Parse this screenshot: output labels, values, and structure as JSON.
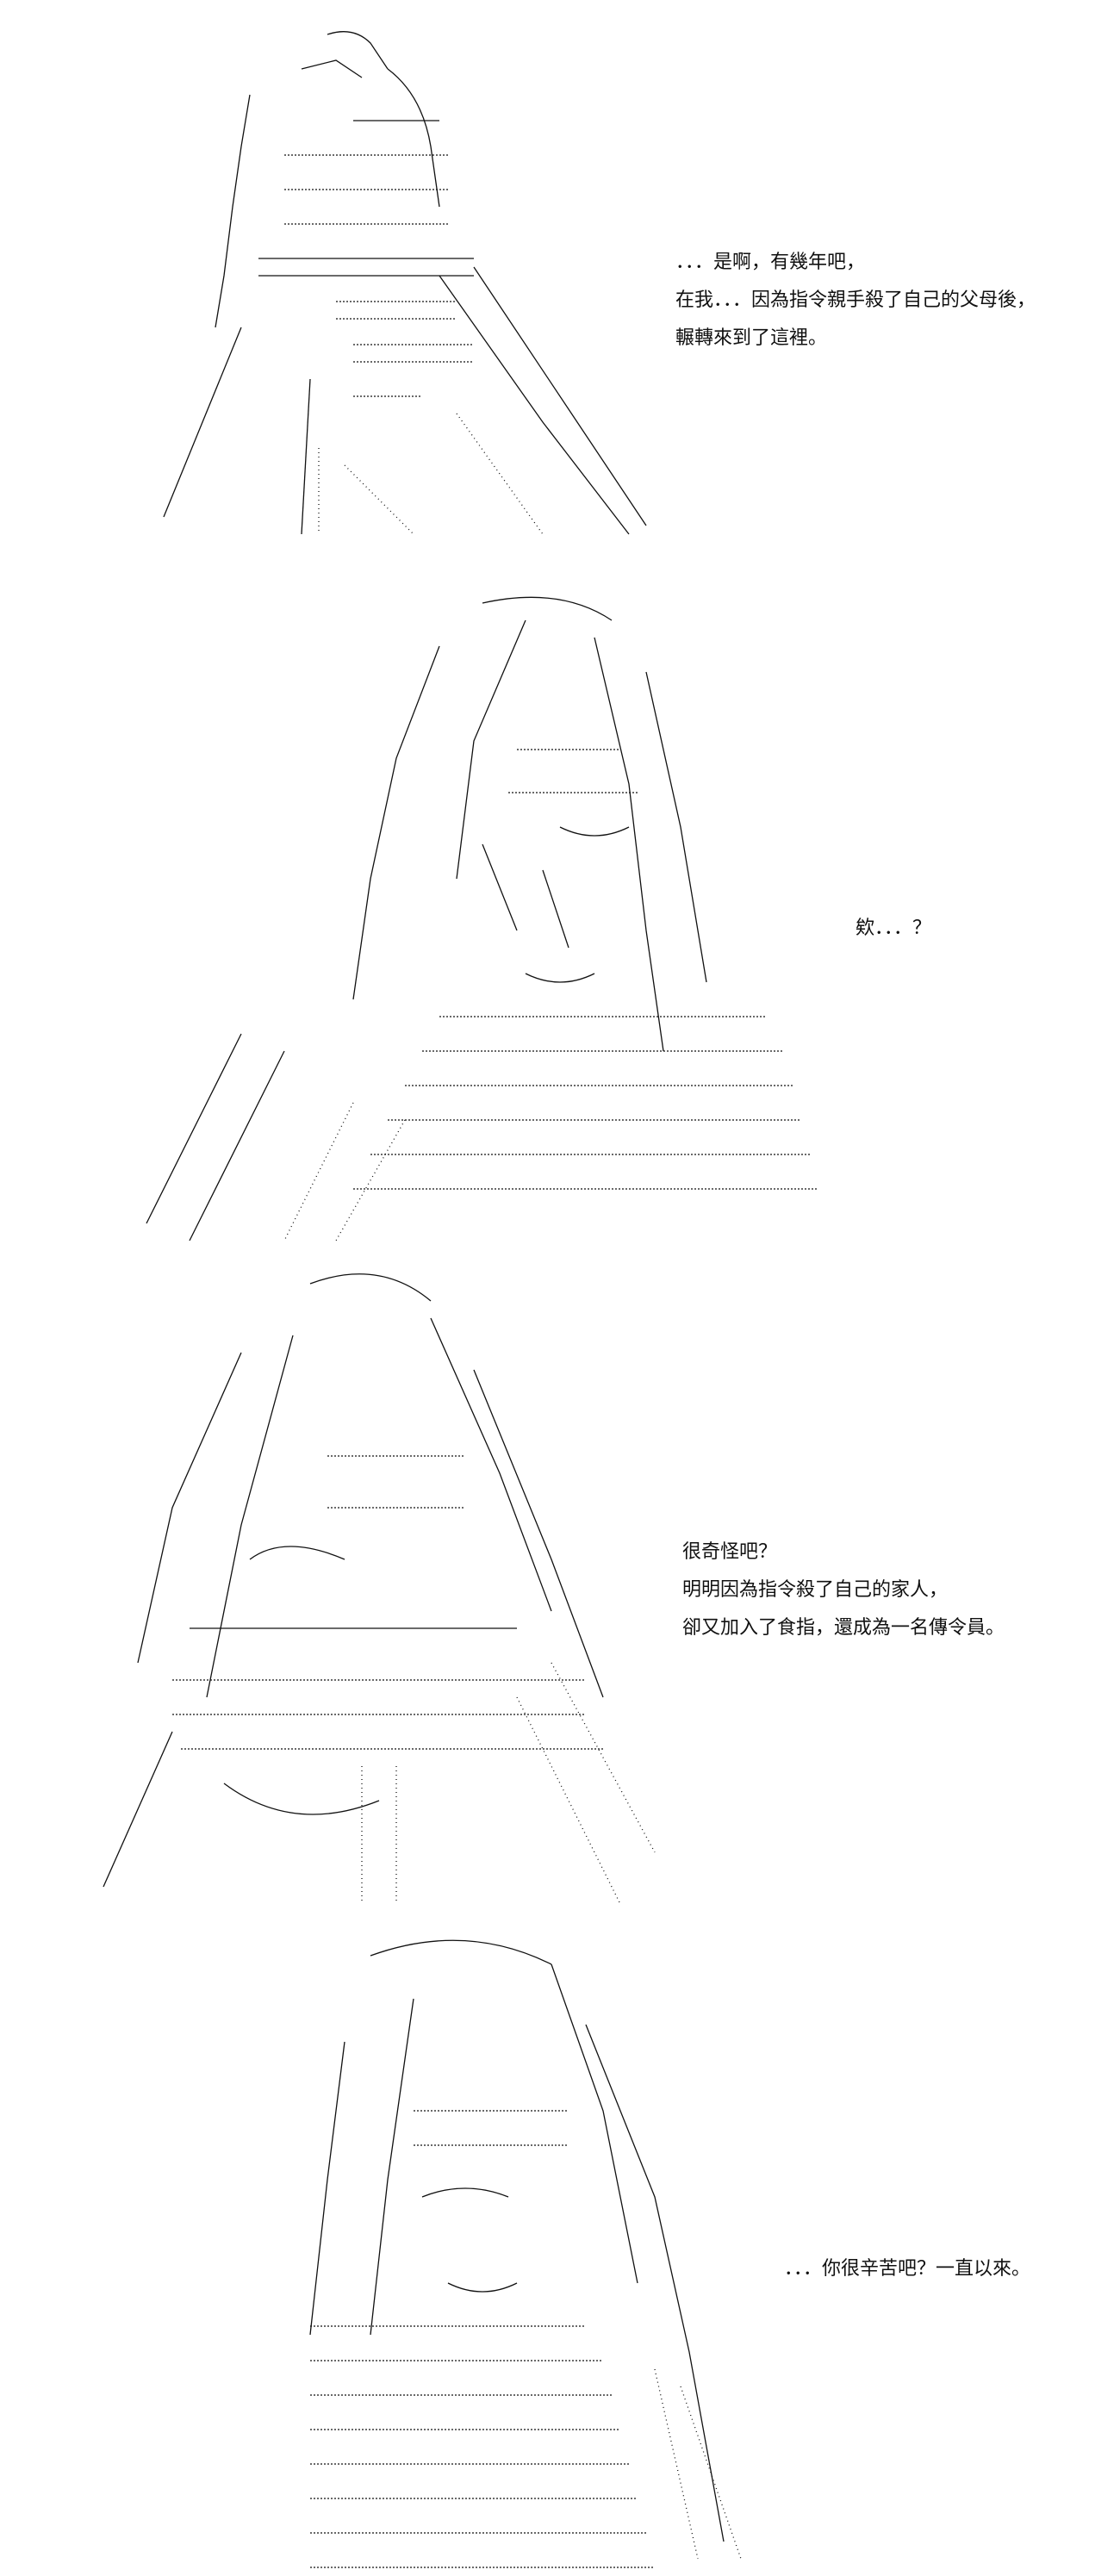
{
  "panels": [
    {
      "character_art": "ascii-art-figure-reading",
      "lines": [
        "．．．是啊，有幾年吧，",
        "在我．．．因為指令親手殺了自己的父母後，",
        "輾轉來到了這裡。"
      ]
    },
    {
      "character_art": "ascii-art-girl-surprised",
      "lines": [
        "欸．．．？"
      ]
    },
    {
      "character_art": "ascii-art-figure-leaning",
      "lines": [
        "很奇怪吧？",
        "明明因為指令殺了自己的家人，",
        "卻又加入了食指，還成為一名傳令員。"
      ]
    },
    {
      "character_art": "ascii-art-girl-gentle",
      "lines": [
        "．．．你很辛苦吧？一直以來。"
      ]
    }
  ]
}
